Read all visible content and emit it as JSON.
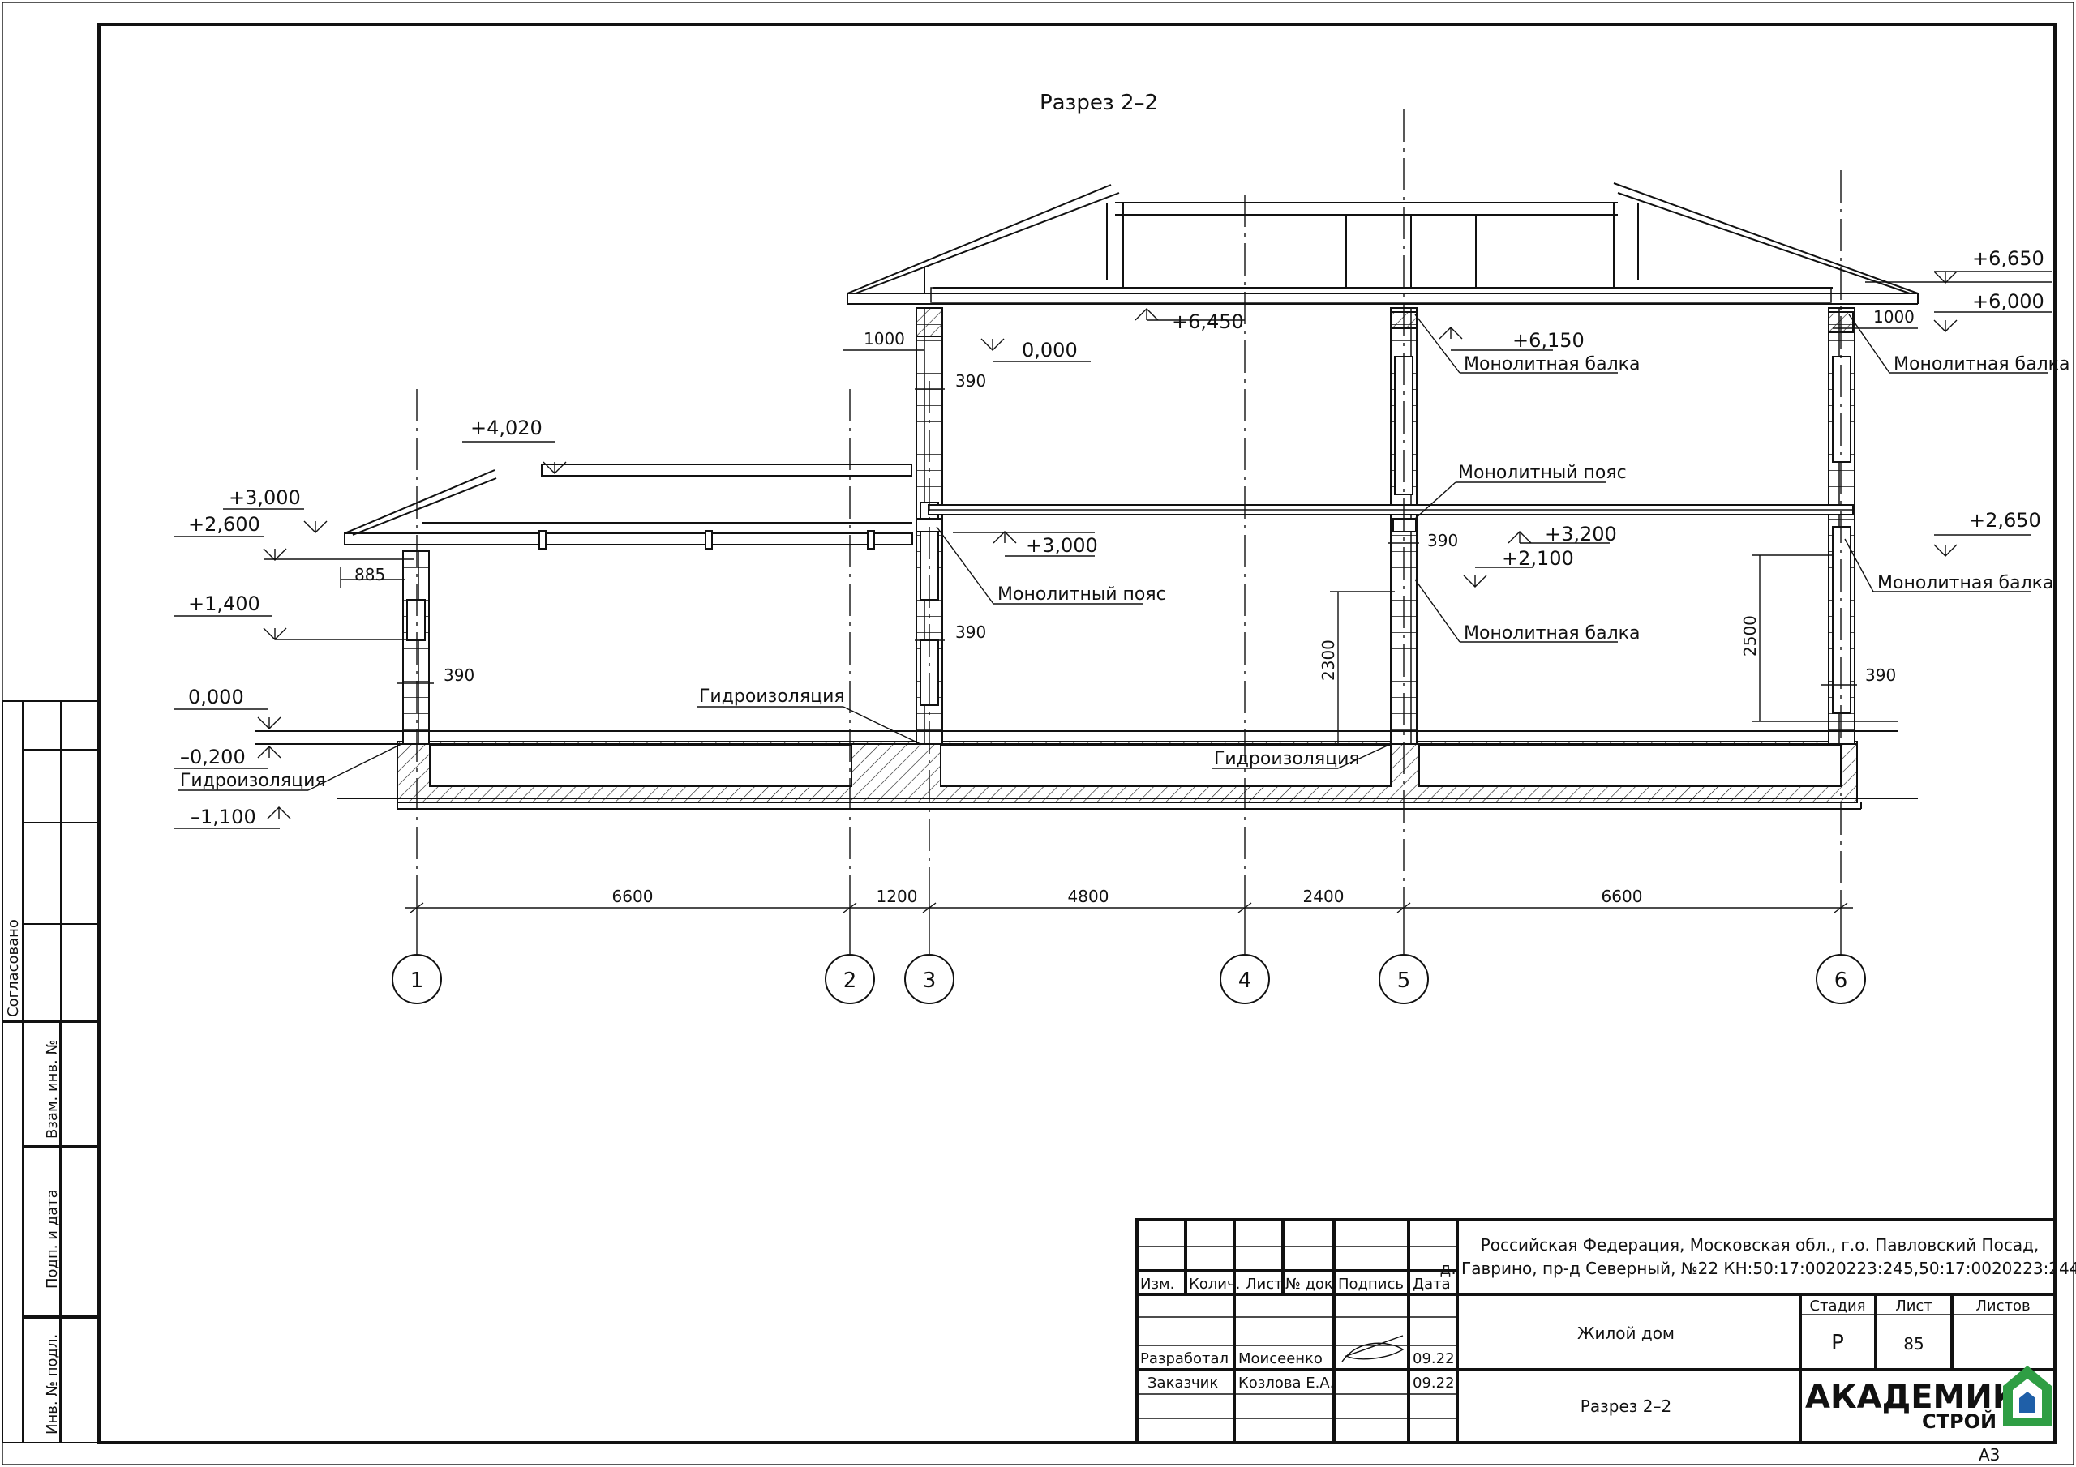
{
  "title": "Разрез 2–2",
  "elevations": {
    "e6650": "+6,650",
    "e6000": "+6,000",
    "e6450": "+6,450",
    "e0_top": "0,000",
    "e6150": "+6,150",
    "e4020": "+4,020",
    "e3000_left": "+3,000",
    "e2600": "+2,600",
    "e3000_mid": "+3,000",
    "e3200": "+3,200",
    "e2100": "+2,100",
    "e2650": "+2,650",
    "e1400": "+1,400",
    "e0": "0,000",
    "em0200": "–0,200",
    "em1100": "–1,100"
  },
  "labels": {
    "beam1": "Монолитная балка",
    "beam2": "Монолитная балка",
    "belt1": "Монолитный пояс",
    "belt2": "Монолитный пояс",
    "beam3": "Монолитная балка",
    "beam4": "Монолитная балка",
    "waterproof1": "Гидроизоляция",
    "waterproof2": "Гидроизоляция",
    "waterproof3": "Гидроизоляция"
  },
  "dims": {
    "d1000a": "1000",
    "d1000b": "1000",
    "d390a": "390",
    "d390b": "390",
    "d390c": "390",
    "d390d": "390",
    "d390e": "390",
    "d885": "885",
    "d2300": "2300",
    "d2500": "2500",
    "span1": "6600",
    "span2": "1200",
    "span3": "4800",
    "span4": "2400",
    "span5": "6600"
  },
  "axes": [
    "1",
    "2",
    "3",
    "4",
    "5",
    "6"
  ],
  "side_stamps": {
    "agreed": "Согласовано",
    "replaced": "Взам. инв. №",
    "signdate": "Подп. и дата",
    "invno": "Инв. № подл."
  },
  "title_block": {
    "headers": [
      "Изм.",
      "Колич.",
      "Лист",
      "№ док.",
      "Подпись",
      "Дата"
    ],
    "address_line1": "Российская Федерация, Московская обл., г.о. Павловский Посад,",
    "address_line2": "д. Гаврино, пр-д Северный, №22 КН:50:17:0020223:245,50:17:0020223:244",
    "developed_role": "Разработал",
    "developed_name": "Моисеенко",
    "developed_date": "09.22",
    "customer_role": "Заказчик",
    "customer_name": "Козлова Е.А.",
    "customer_date": "09.22",
    "object": "Жилой дом",
    "sheet_title": "Разрез 2–2",
    "stage_label": "Стадия",
    "sheet_label": "Лист",
    "sheets_label": "Листов",
    "stage_value": "Р",
    "sheet_value": "85",
    "sheets_value": "",
    "logo_main": "АКАДЕМИК",
    "logo_sub": "СТРОЙ",
    "format": "А3"
  },
  "colors": {
    "logo_green": "#2f9e44",
    "logo_blue": "#1f5fa8"
  }
}
